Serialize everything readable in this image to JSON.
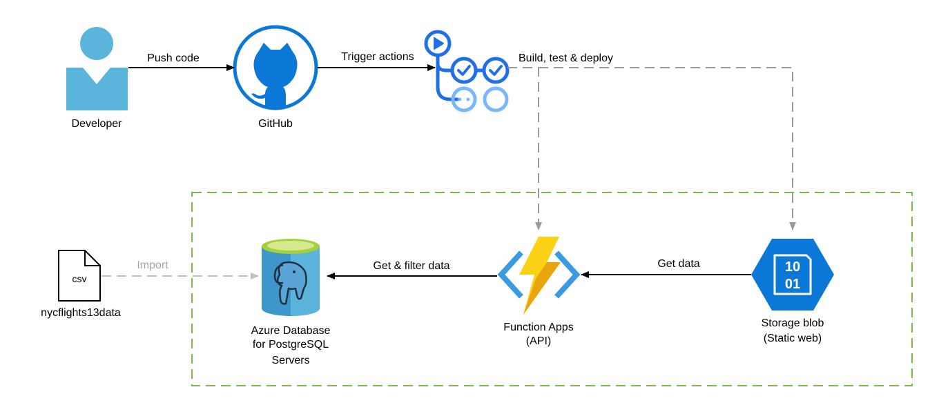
{
  "nodes": {
    "developer": {
      "label": "Developer"
    },
    "github": {
      "label": "GitHub"
    },
    "actions": {
      "icon": "github-actions-icon"
    },
    "csv": {
      "file_text": "csv",
      "label": "nycflights13data"
    },
    "database": {
      "label_lines": [
        "Azure Database",
        "for PostgreSQL",
        "Servers"
      ]
    },
    "function_apps": {
      "label_lines": [
        "Function Apps",
        "(API)"
      ]
    },
    "storage": {
      "label_lines": [
        "Storage blob",
        "(Static web)"
      ],
      "icon_text_lines": [
        "10",
        "01"
      ]
    }
  },
  "edges": {
    "push_code": "Push code",
    "trigger_actions": "Trigger actions",
    "build_deploy": "Build, test & deploy",
    "import": "Import",
    "get_filter_data": "Get & filter data",
    "get_data": "Get data"
  },
  "colors": {
    "developer": "#5ab4dc",
    "github": "#0b78d7",
    "actions_dark": "#1f6feb",
    "actions_light": "#79b8ff",
    "db_body": "#3d97ca",
    "db_top": "#a7cf3a",
    "function_bolt": "#fcd116",
    "function_bracket": "#3b9be1",
    "storage": "#0b78d7",
    "boundary": "#7ab648",
    "dashed_arrow": "#9b9b9b",
    "import_arrow": "#c0c0c0"
  }
}
